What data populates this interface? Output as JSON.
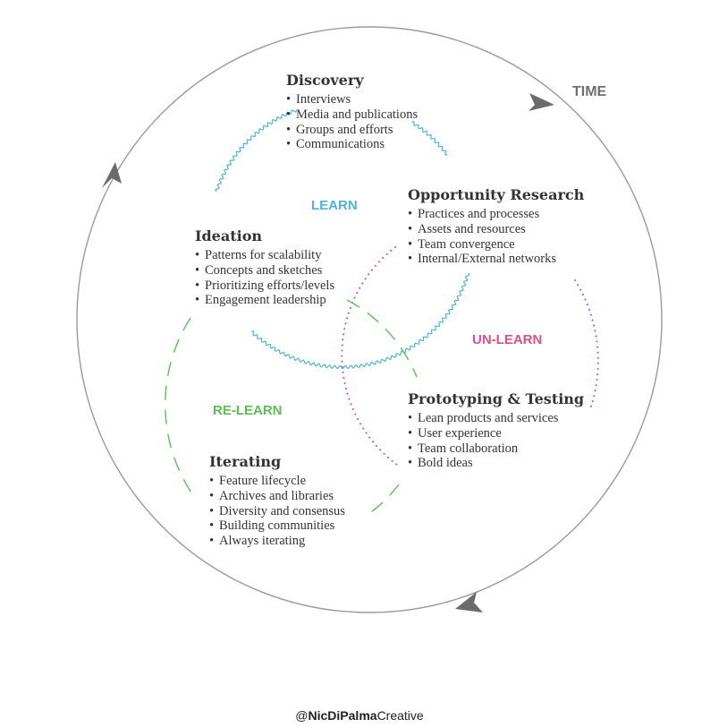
{
  "time_label": "TIME",
  "phases": {
    "learn": "LEARN",
    "unlearn": "UN-LEARN",
    "relearn": "RE-LEARN"
  },
  "colors": {
    "learn": "#4fb3da",
    "unlearn": "#d94f8f",
    "relearn": "#5bbf56",
    "time_circle": "#9a9a9a",
    "arrow": "#6b6b6b",
    "text": "#333333"
  },
  "blocks": {
    "discovery": {
      "title": "Discovery",
      "items": [
        "Interviews",
        "Media and publications",
        "Groups and efforts",
        "Communications"
      ]
    },
    "opportunity": {
      "title": "Opportunity Research",
      "items": [
        "Practices and processes",
        "Assets and resources",
        "Team convergence",
        "Internal/External networks"
      ]
    },
    "ideation": {
      "title": "Ideation",
      "items": [
        "Patterns for scalability",
        "Concepts and sketches",
        "Prioritizing efforts/levels",
        "Engagement leadership"
      ]
    },
    "prototyping": {
      "title": "Prototyping & Testing",
      "items": [
        "Lean products and services",
        "User experience",
        "Team collaboration",
        "Bold ideas"
      ]
    },
    "iterating": {
      "title": "Iterating",
      "items": [
        "Feature lifecycle",
        "Archives and libraries",
        "Diversity and consensus",
        "Building communities",
        "Always iterating"
      ]
    }
  },
  "credit": {
    "prefix": "@",
    "bold": "NicDiPalma",
    "suffix": "Creative"
  }
}
